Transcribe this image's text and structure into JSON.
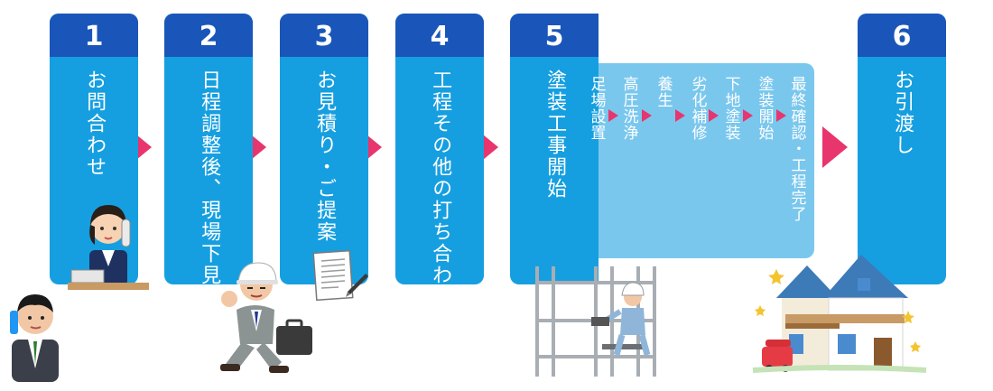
{
  "steps": [
    {
      "num": "1",
      "label": "お問合わせ"
    },
    {
      "num": "2",
      "label": "日程調整後、現場下見"
    },
    {
      "num": "3",
      "label": "お見積り・ご提案"
    },
    {
      "num": "4",
      "label": "工程その他の打ち合わせ"
    },
    {
      "num": "5",
      "label": "塗装工事開始"
    },
    {
      "num": "6",
      "label": "お引渡し"
    }
  ],
  "substeps": [
    {
      "label": "足場設置"
    },
    {
      "label": "高圧洗浄"
    },
    {
      "label": "養生"
    },
    {
      "label": "劣化補修"
    },
    {
      "label": "下地塗装"
    },
    {
      "label": "塗装開始"
    },
    {
      "label": "最終確認・工程完了"
    }
  ],
  "colors": {
    "card": "#169fe0",
    "number_band": "#1a56b9",
    "subpanel": "#7ac7ee",
    "arrow": "#e8356d"
  },
  "illustrations": [
    "receptionist-on-phone",
    "businessman-on-phone",
    "running-inspector",
    "estimate-document",
    "scaffold-worker",
    "completed-house"
  ]
}
